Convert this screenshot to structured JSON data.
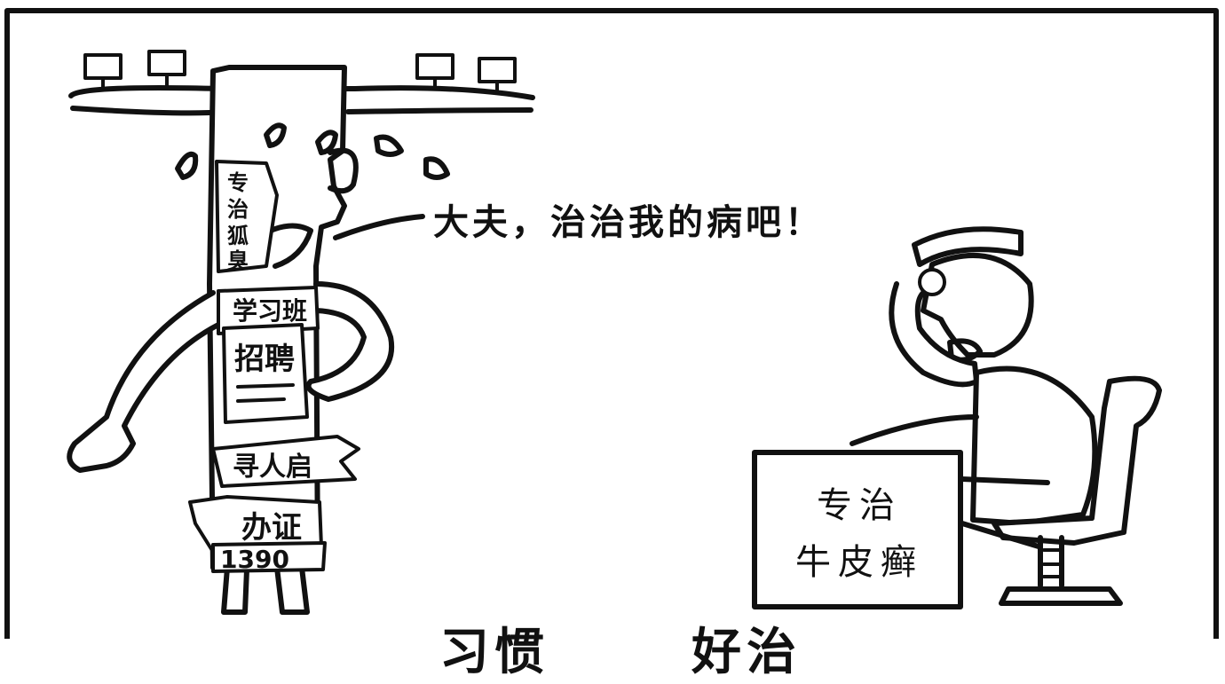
{
  "speech": "大夫，治治我的病吧！",
  "sign": {
    "line1": "专治",
    "line2": "牛皮癣"
  },
  "posters": {
    "p1": "专治狐臭",
    "p2": "学习班",
    "p3": "招聘",
    "p4": "寻人启",
    "p5": "办证",
    "p6": "1390"
  },
  "caption": "习惯",
  "caption_tail": "好治"
}
